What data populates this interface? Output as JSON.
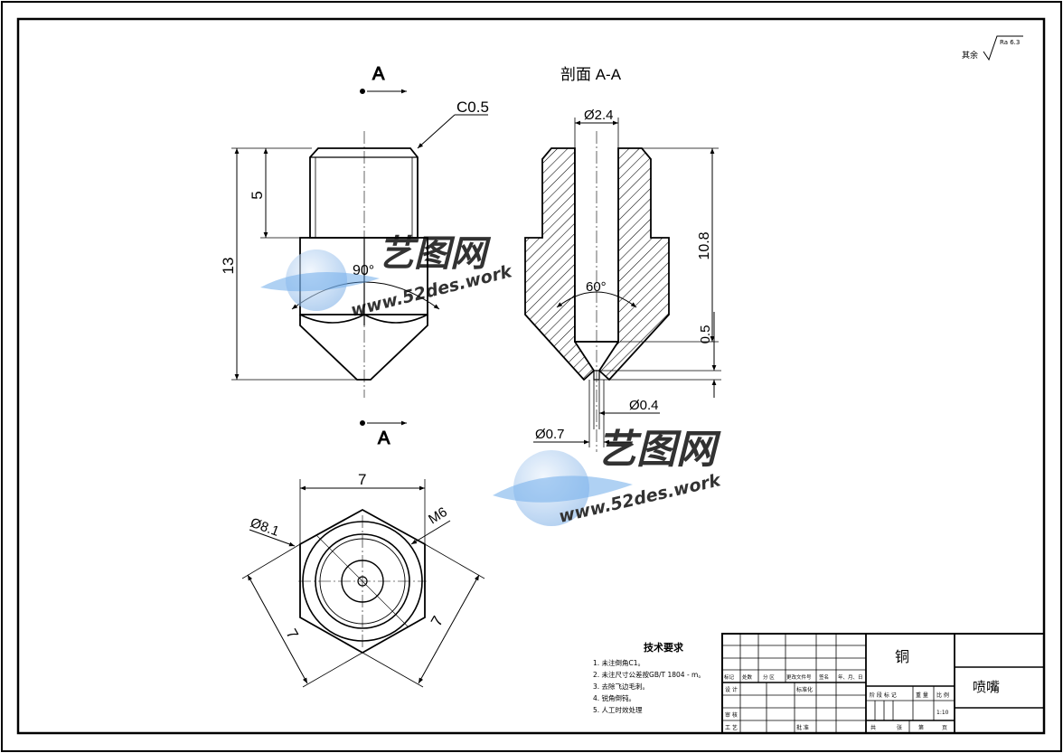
{
  "view_labels": {
    "section_marker_top": "A",
    "section_marker_bottom": "A",
    "section_title": "剖面 A-A"
  },
  "dimensions": {
    "chamfer": "C0.5",
    "thread_length": "5",
    "total_length": "13",
    "tip_angle": "90°",
    "bore_dia": "Ø2.4",
    "bore_depth": "10.8",
    "cone_angle": "60°",
    "tip_offset": "0.5",
    "nozzle_dia": "Ø0.4",
    "tip_dia": "Ø0.7",
    "hex_across_flats_top": "7",
    "circle_dia": "Ø8.1",
    "thread": "M6",
    "hex_left": "7",
    "hex_right": "7"
  },
  "surface_finish": {
    "label": "其余",
    "value": "Ra 6.3"
  },
  "tech_requirements": {
    "title": "技术要求",
    "items": [
      "1. 未注倒角C1。",
      "2. 未注尺寸公差按GB/T 1804 - m。",
      "3. 去除飞边毛刺。",
      "4. 锐角倒钝。",
      "5. 人工时效处理"
    ]
  },
  "title_block": {
    "material": "铜",
    "part_name": "喷嘴",
    "scale": "1:10",
    "header_row": [
      "标记",
      "处数",
      "分 区",
      "更改文件号",
      "签名",
      "年、月、日"
    ],
    "designer_label": "设 计",
    "standard_label": "标准化",
    "check_label": "审 核",
    "process_label": "工 艺",
    "approve_label": "批 准",
    "stage_headers": [
      "阶 段 标 记",
      "重 量",
      "比 例"
    ],
    "sheet_footer": [
      "共",
      "张",
      "第",
      "页"
    ]
  },
  "watermark": {
    "brand": "艺图网",
    "url": "www.52des.work"
  }
}
